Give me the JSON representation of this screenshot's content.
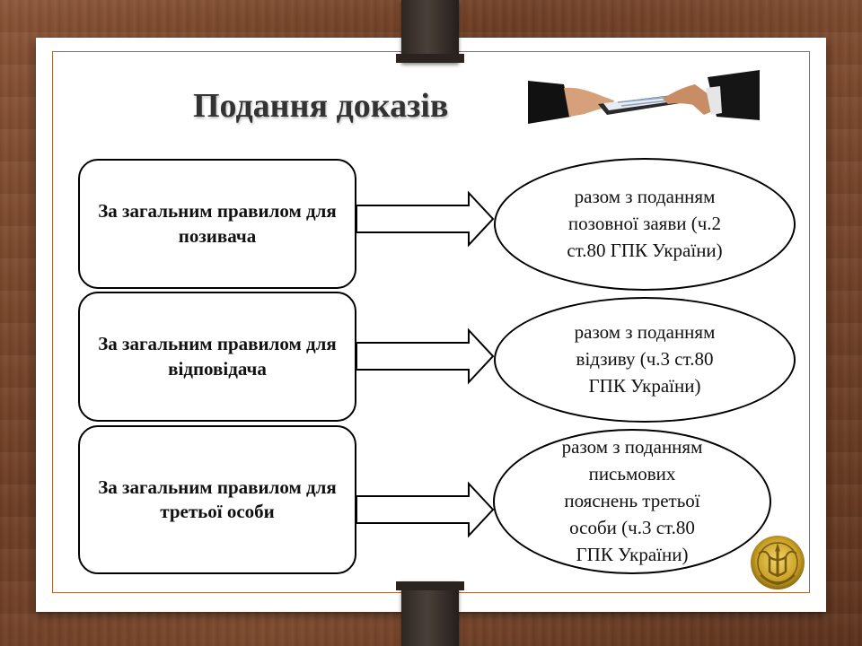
{
  "title": "Подання доказів",
  "boxes": [
    {
      "text": "За загальним правилом для позивача"
    },
    {
      "text": "За загальним правилом для відповідача"
    },
    {
      "text": "За загальним правилом для третьої особи"
    }
  ],
  "ellipses": [
    {
      "lines": [
        "разом з поданням",
        "позовної заяви (ч.2",
        "ст.80 ГПК України)"
      ]
    },
    {
      "lines": [
        "разом з поданням",
        "відзиву (ч.3 ст.80",
        "ГПК України)"
      ]
    },
    {
      "lines": [
        "разом з поданням",
        "письмових",
        "пояснень третьої",
        "особи (ч.3 ст.80",
        "ГПК України)"
      ]
    }
  ],
  "colors": {
    "border_accent": "#b5652f",
    "background_wood": "#7d4a2e",
    "emblem_gold": "#c9a227"
  },
  "icons": {
    "photo": "handing-over-tablet-photo",
    "emblem": "ukrainian-court-emblem",
    "arrow": "right-block-arrow"
  }
}
